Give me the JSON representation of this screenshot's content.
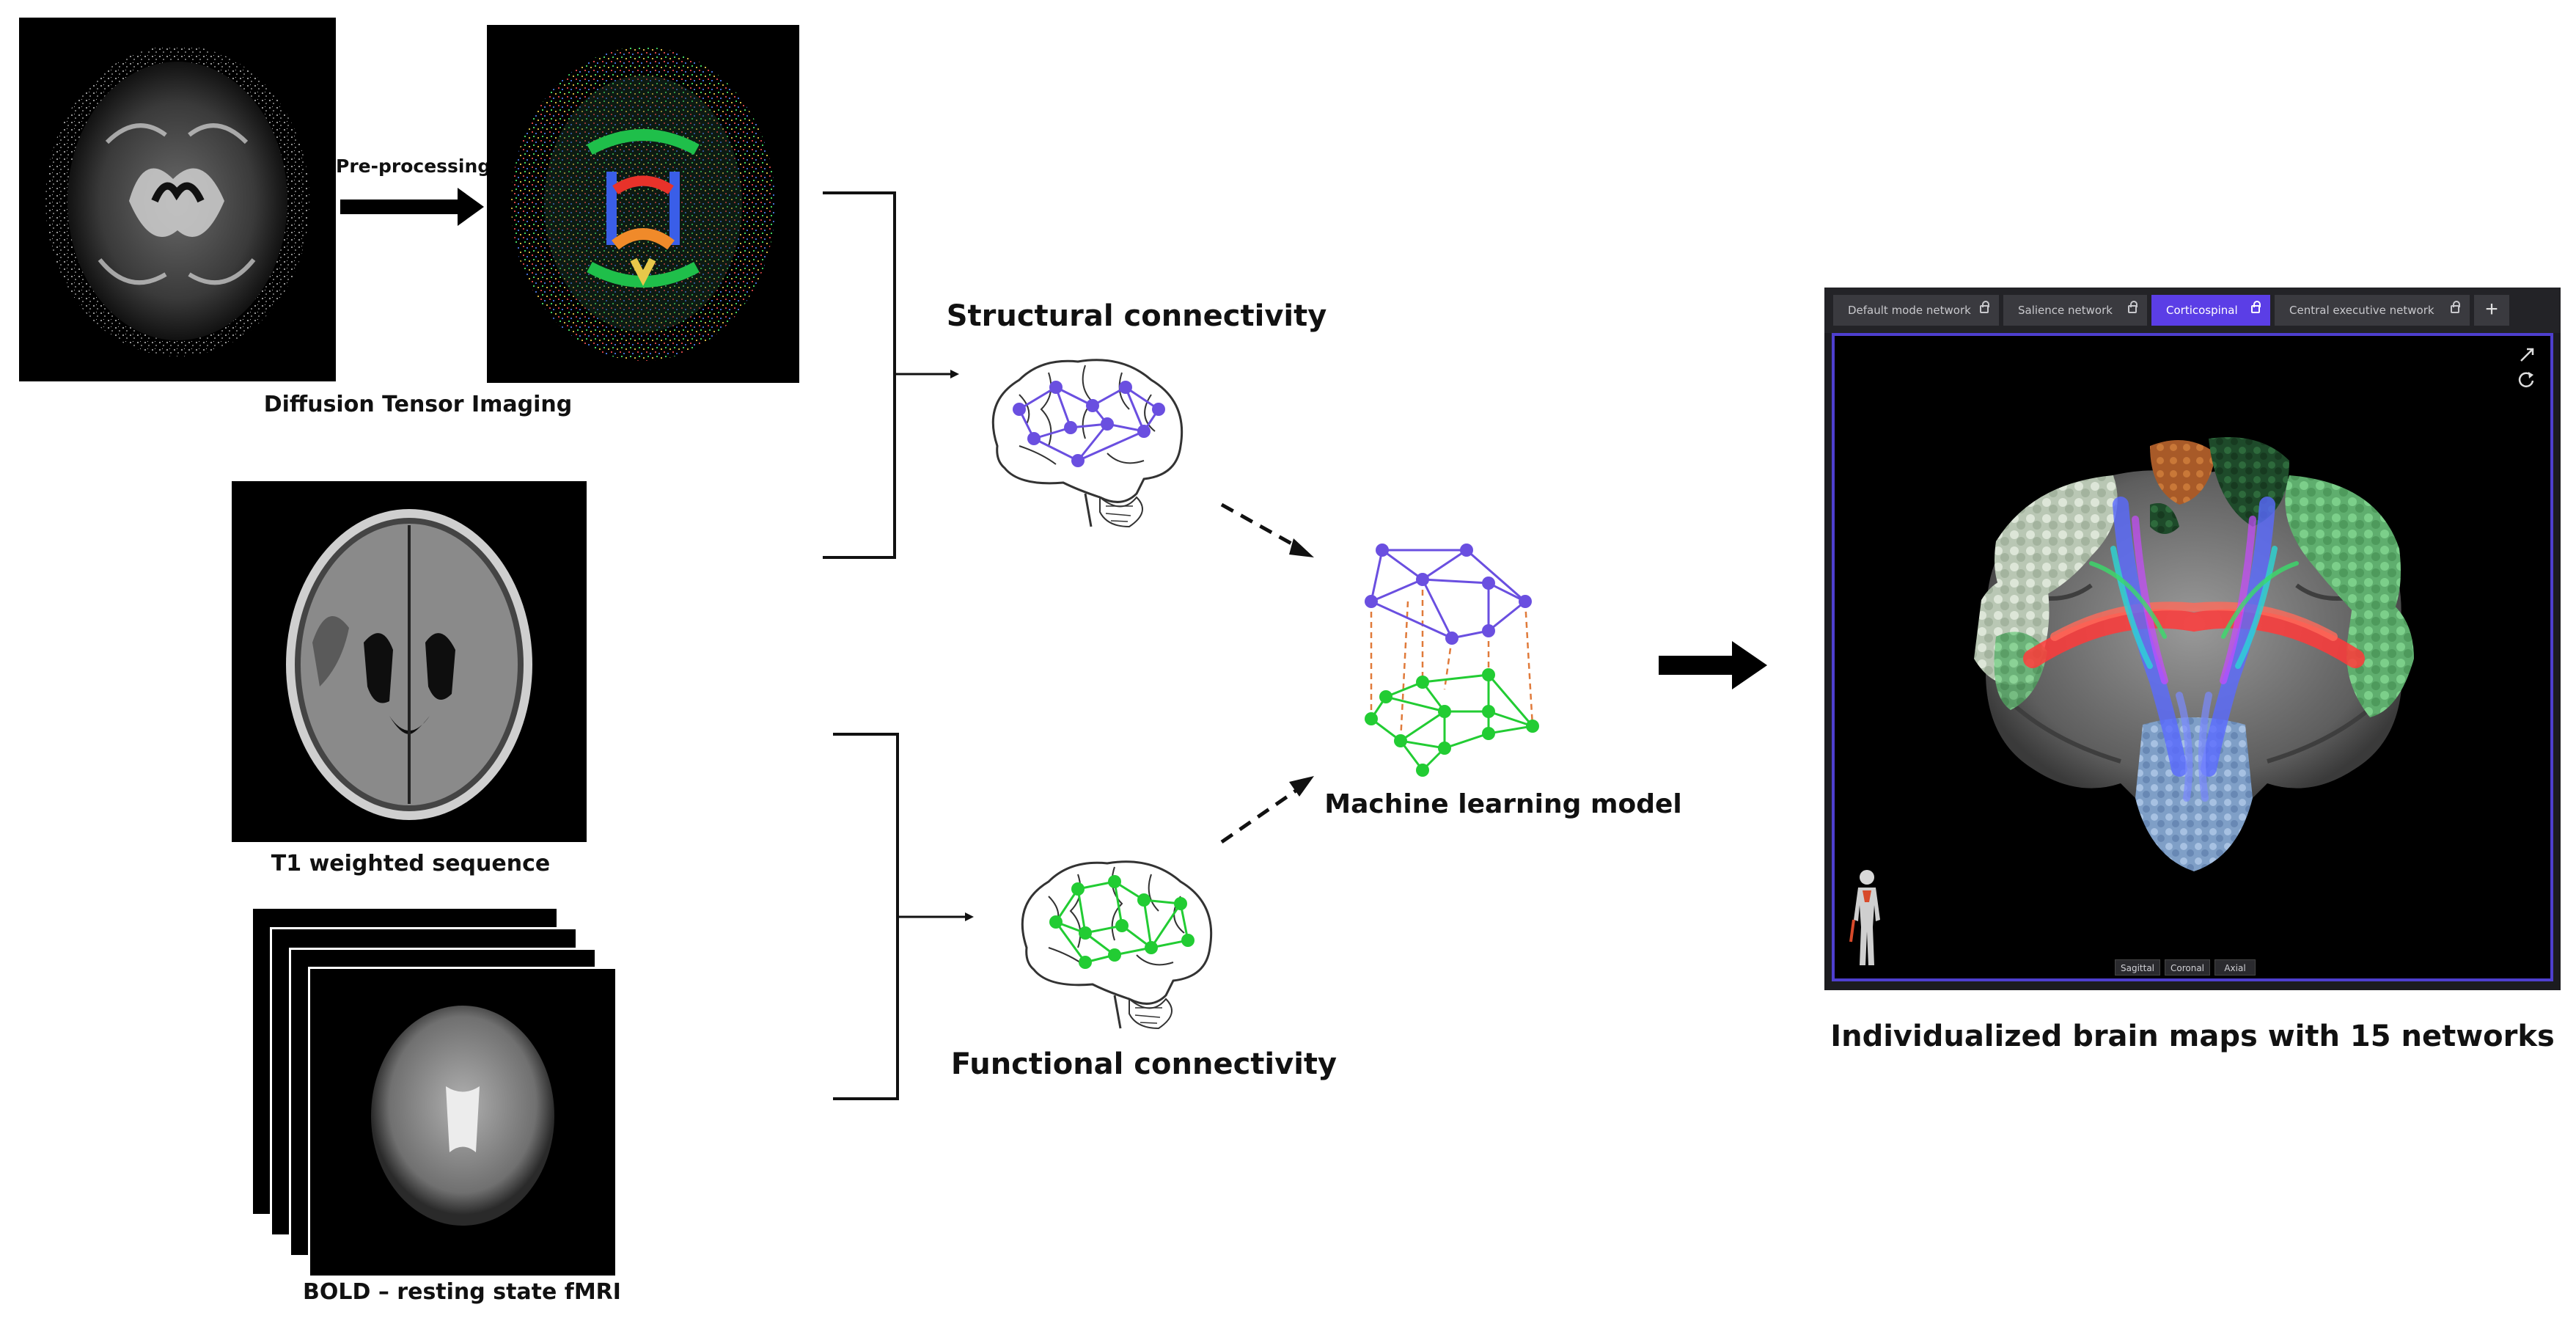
{
  "labels": {
    "dti": "Diffusion Tensor Imaging",
    "preprocessing": "Pre-processing",
    "t1": "T1 weighted sequence",
    "bold": "BOLD – resting state fMRI",
    "structural": "Structural connectivity",
    "functional": "Functional connectivity",
    "ml_model": "Machine learning model",
    "output": "Individualized brain maps with 15 networks"
  },
  "ui_screenshot": {
    "tabs": [
      {
        "label": "Default mode network",
        "active": false
      },
      {
        "label": "Salience network",
        "active": false
      },
      {
        "label": "Corticospinal",
        "active": true
      },
      {
        "label": "Central executive network",
        "active": false
      }
    ],
    "add_tab_label": "+",
    "view_buttons": [
      "Sagittal",
      "Coronal",
      "Axial"
    ],
    "accent_color": "#5b3ee6",
    "icons": [
      "lock-icon",
      "plus-icon",
      "expand-icon",
      "reset-rotation-icon",
      "human-body-icon"
    ]
  },
  "colors": {
    "structural_network": "#6a4fe0",
    "functional_network": "#22cc33",
    "link_lines": "#e07a3a"
  }
}
